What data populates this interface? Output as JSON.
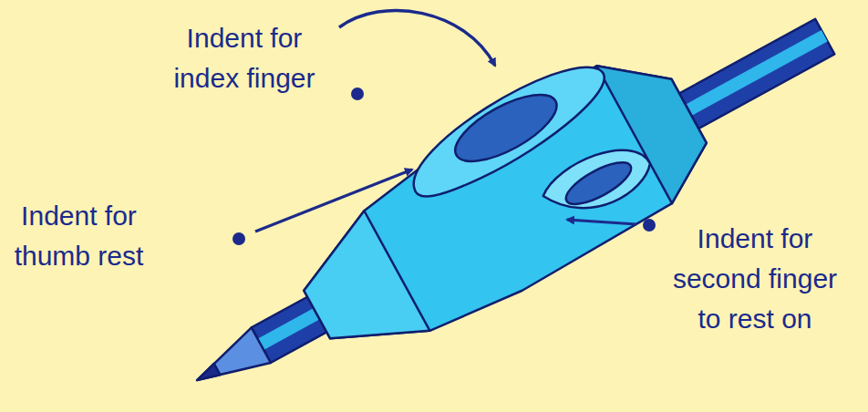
{
  "diagram": {
    "labels": [
      "Indent for index finger",
      "Indent for thumb rest",
      "Indent for second finger to rest on"
    ]
  }
}
